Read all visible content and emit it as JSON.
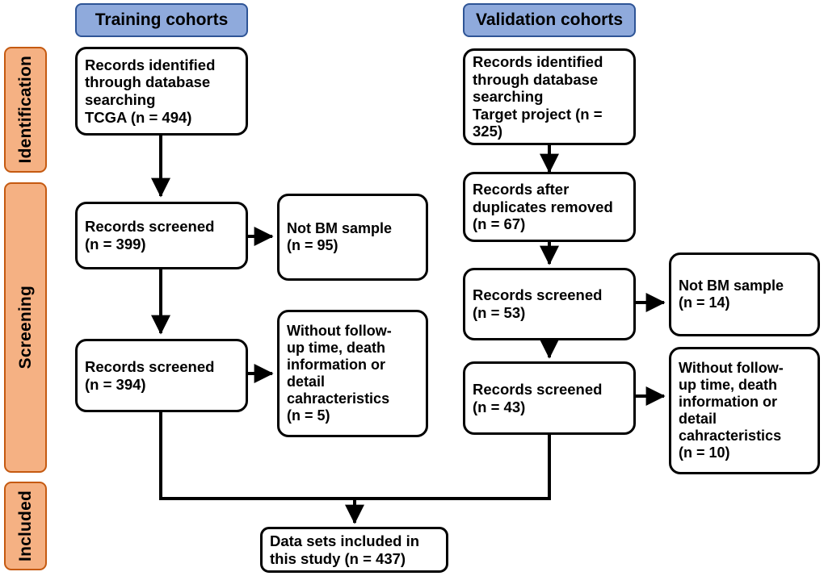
{
  "stages": [
    {
      "label": "Identification"
    },
    {
      "label": "Screening"
    },
    {
      "label": "Included"
    }
  ],
  "columns": [
    {
      "header": "Training cohorts"
    },
    {
      "header": "Validation cohorts"
    }
  ],
  "training": {
    "identified": "Records identified\nthrough database\nsearching\nTCGA (n = 494)",
    "screened_1": "Records screened\n(n = 399)",
    "excluded_1": "Not BM sample\n(n = 95)",
    "screened_2": "Records screened\n(n = 394)",
    "excluded_2": "Without follow-\nup time, death\ninformation or\ndetail\ncahracteristics\n(n = 5)"
  },
  "validation": {
    "identified": "Records identified\nthrough database\nsearching\nTarget project (n =\n325)",
    "deduplicated": "Records after\nduplicates removed\n(n = 67)",
    "screened_1": "Records screened\n(n = 53)",
    "excluded_1": "Not BM sample\n(n = 14)",
    "screened_2": "Records screened\n(n = 43)",
    "excluded_2": "Without follow-\nup time, death\ninformation or\ndetail\ncahracteristics\n(n = 10)"
  },
  "included": {
    "final": "Data sets included in\nthis study (n = 437)"
  },
  "colors": {
    "stage_fill": "#F5B183",
    "stage_border": "#C55A11",
    "header_fill": "#8FAADC",
    "header_border": "#2E5496",
    "node_border": "#000000",
    "node_fill": "#FFFFFF",
    "connector": "#000000"
  }
}
